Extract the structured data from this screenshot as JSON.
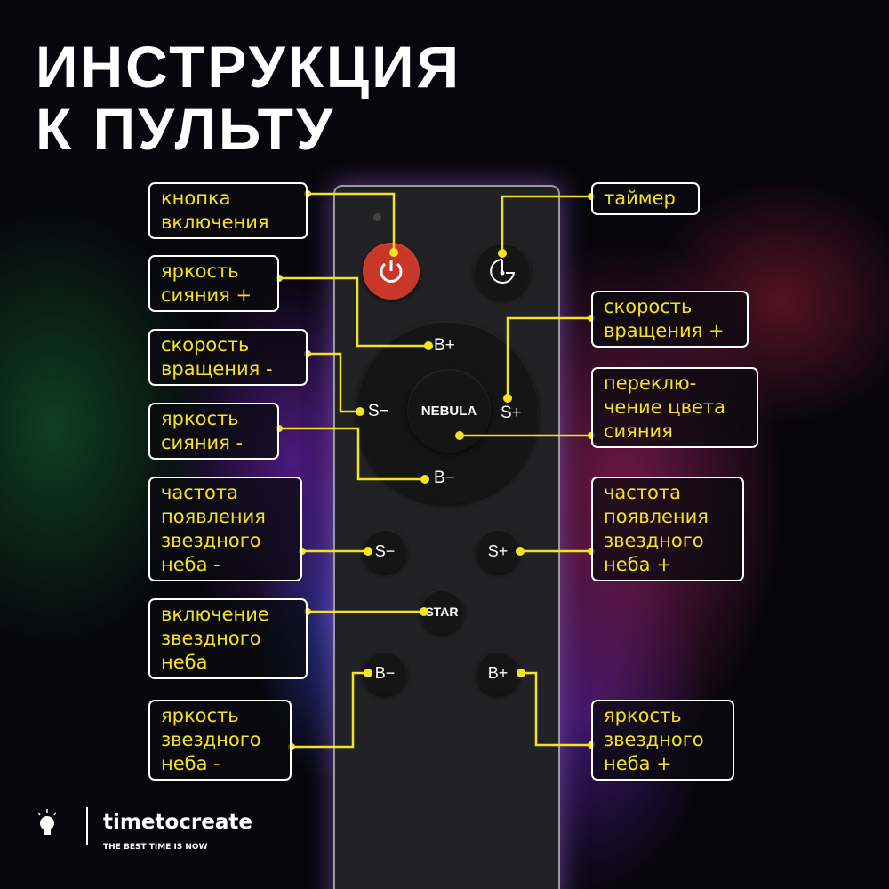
{
  "title": {
    "line1": "ИНСТРУКЦИЯ",
    "line2": "К ПУЛЬТУ"
  },
  "accent_color": "#f3e323",
  "remote": {
    "buttons": {
      "power": "power-icon",
      "timer": "timer-icon",
      "ring_top": "B+",
      "ring_left": "S−",
      "ring_right": "S+",
      "ring_bottom": "B−",
      "center": "NEBULA",
      "s_minus": "S−",
      "s_plus": "S+",
      "star": "STAR",
      "b_minus": "B−",
      "b_plus": "B+"
    }
  },
  "labels": {
    "power": "кнопка\nвключения",
    "nebula_brightness_up": "яркость\nсияния +",
    "rotation_down": "скорость\nвращения -",
    "nebula_brightness_down": "яркость\nсияния -",
    "star_freq_down": "частота\nпоявления\nзвездного\nнеба -",
    "star_on": "включение\nзвездного\nнеба",
    "star_brightness_down": "яркость\nзвездного\nнеба -",
    "timer": "таймер",
    "rotation_up": "скорость\nвращения +",
    "color_switch": "переклю-\nчение цвета\nсияния",
    "star_freq_up": "частота\nпоявления\nзвездного\nнеба +",
    "star_brightness_up": "яркость\nзвездного\nнеба +"
  },
  "brand": {
    "name": "timetocreate",
    "slogan": "THE BEST TIME IS NOW"
  }
}
